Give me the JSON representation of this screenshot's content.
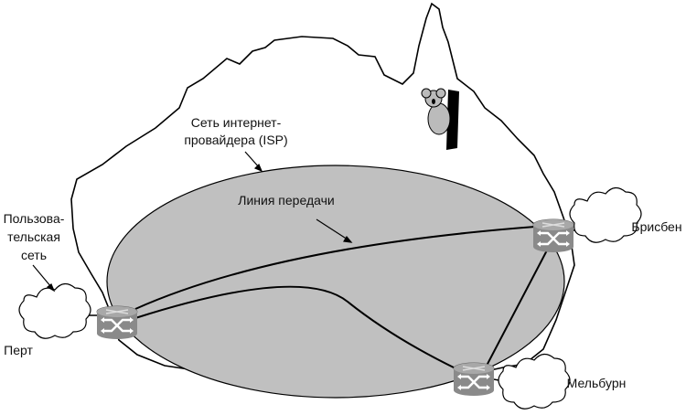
{
  "labels": {
    "isp_line1": "Сеть интернет-",
    "isp_line2": "провайдера (ISP)",
    "link": "Линия передачи",
    "user_net_line1": "Пользова-",
    "user_net_line2": "тельская",
    "user_net_line3": "сеть",
    "perth": "Перт",
    "brisbane": "Брисбен",
    "melbourne": "Мельбурн"
  },
  "colors": {
    "isp_fill": "#c0c0c0",
    "router_fill": "#8a8a8a",
    "line": "#000000"
  }
}
